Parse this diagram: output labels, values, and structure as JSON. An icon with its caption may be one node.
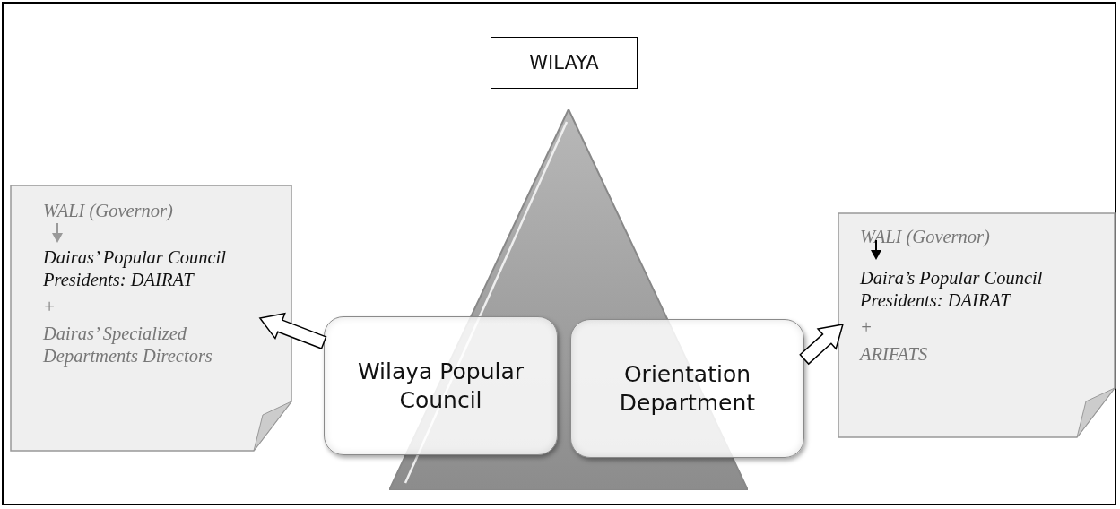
{
  "diagram": {
    "nodes": [
      {
        "text": [
          "WILAYA"
        ]
      },
      {
        "text": [],
        "shape": "triangle"
      },
      {
        "text": [
          "WALI (Governor)",
          "Dairas’ Popular Council Presidents: DAIRAT",
          "+",
          "Dairas’ Specialized Departments Directors"
        ]
      },
      {
        "text": [
          "Wilaya Popular Council"
        ]
      },
      {
        "text": [
          "Orientation Department"
        ]
      },
      {
        "text": [
          "WALI (Governor)",
          "Daira’s Popular Council Presidents: DAIRAT",
          "+",
          "ARIFATS"
        ]
      }
    ],
    "edges": [
      {
        "from": 3,
        "to": 2,
        "arrow": "to"
      },
      {
        "from": 4,
        "to": 5,
        "arrow": "to"
      }
    ]
  }
}
